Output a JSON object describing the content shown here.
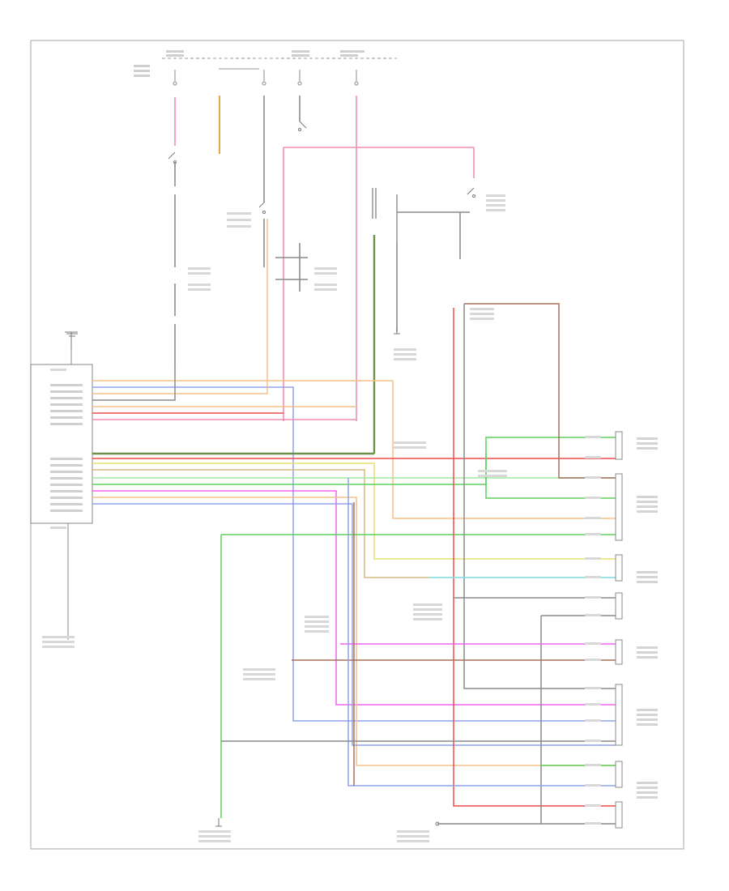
{
  "diagram": {
    "colors": {
      "frame": "#b5b5b5",
      "black": "#7a7a7a",
      "pink": "#f28cb0",
      "red": "#f04a4a",
      "orange": "#f6c08a",
      "yellow": "#e8e070",
      "green": "#5cd05c",
      "dark_green": "#6e8e4a",
      "blue": "#8ea2ea",
      "light_blue": "#9bc0ff",
      "violet": "#b678e6",
      "magenta": "#f064f0",
      "tan": "#d6b882",
      "brown": "#a8705a",
      "gray": "#a0a0a0",
      "light_green": "#9ee89e",
      "cyan": "#80e8f0"
    },
    "wire_colors": [
      "orange",
      "blue",
      "yellow",
      "pink",
      "red",
      "pink",
      "brown",
      "yellow",
      "tan",
      "green",
      "magenta",
      "orange",
      "blue",
      "green",
      "tan",
      "cyan",
      "gray",
      "gray",
      "magenta",
      "brown",
      "gray",
      "magenta",
      "blue",
      "gray",
      "blue",
      "brown",
      "brown",
      "gray",
      "gray"
    ],
    "footer_code": ""
  }
}
